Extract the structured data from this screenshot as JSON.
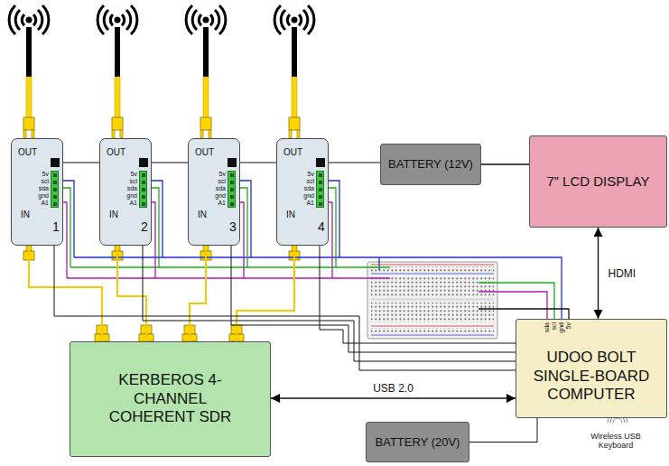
{
  "diagram": {
    "nodes": [
      {
        "text": [
          "OUT",
          "5v",
          "scl",
          "sda",
          "gnd",
          "A1",
          "IN",
          "1"
        ]
      },
      {
        "text": [
          "OUT",
          "5v",
          "scl",
          "sda",
          "gnd",
          "A1",
          "IN",
          "2"
        ]
      },
      {
        "text": [
          "OUT",
          "5v",
          "scl",
          "sda",
          "gnd",
          "A1",
          "IN",
          "3"
        ]
      },
      {
        "text": [
          "OUT",
          "5v",
          "scl",
          "sda",
          "gnd",
          "A1",
          "IN",
          "4"
        ]
      },
      {
        "text": [
          "BATTERY (12V)"
        ]
      },
      {
        "text": [
          "7” LCD DISPLAY"
        ]
      },
      {
        "text": [
          "UDOO BOLT SINGLE-BOARD COMPUTER",
          "sda",
          "scl",
          "gnd",
          "5v"
        ]
      },
      {
        "text": [
          "KERBEROS 4-CHANNEL COHERENT SDR"
        ]
      },
      {
        "text": [
          "BATTERY (20V)"
        ]
      }
    ],
    "edges": [
      {
        "from": 0,
        "to": 7,
        "arrow": "none"
      },
      {
        "from": 1,
        "to": 7,
        "arrow": "none"
      },
      {
        "from": 2,
        "to": 7,
        "arrow": "none"
      },
      {
        "from": 3,
        "to": 7,
        "arrow": "none"
      },
      {
        "from": 4,
        "to": 3,
        "arrow": "none"
      },
      {
        "from": 3,
        "to": 2,
        "arrow": "none"
      },
      {
        "from": 2,
        "to": 1,
        "arrow": "none"
      },
      {
        "from": 1,
        "to": 0,
        "arrow": "none"
      },
      {
        "from": 4,
        "to": 5,
        "arrow": "none"
      },
      {
        "from": 0,
        "to": 6,
        "arrow": "none"
      },
      {
        "from": 1,
        "to": 6,
        "arrow": "none"
      },
      {
        "from": 2,
        "to": 6,
        "arrow": "none"
      },
      {
        "from": 3,
        "to": 6,
        "arrow": "none"
      },
      {
        "from": 5,
        "to": 6,
        "label": "HDMI",
        "arrow": "both"
      },
      {
        "from": 7,
        "to": 6,
        "label": "USB 2.0",
        "arrow": "both"
      },
      {
        "from": 8,
        "to": 6,
        "arrow": "none"
      }
    ],
    "labels": [
      "Wireless USB Keyboard"
    ]
  }
}
